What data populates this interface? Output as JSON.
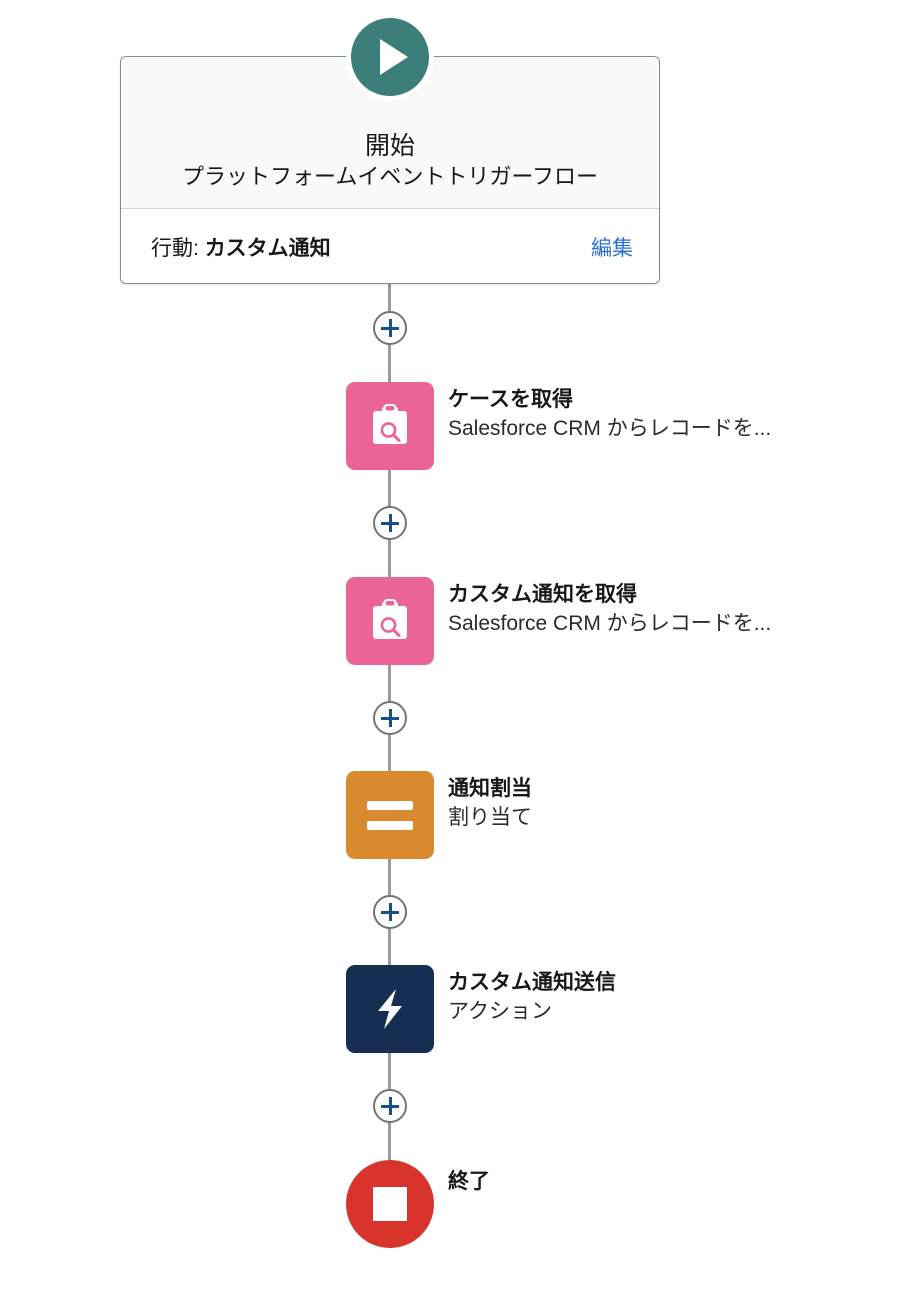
{
  "theme": {
    "start_badge_color": "#3b7e7a",
    "get_records_color": "#ea6496",
    "assignment_color": "#d9892e",
    "action_color": "#152e52",
    "end_color": "#d9342b",
    "link_color": "#2a6fd6",
    "connector_color": "#9a9a9a",
    "plus_color": "#1b4f8a"
  },
  "start": {
    "icon": "play-icon",
    "title": "開始",
    "subtitle": "プラットフォームイベントトリガーフロー",
    "trigger_label": "行動:",
    "trigger_value": "カスタム通知",
    "edit_label": "編集"
  },
  "nodes": [
    {
      "id": "get-case",
      "icon": "clipboard-search-icon",
      "type": "get-records",
      "label": "ケースを取得",
      "description": "Salesforce CRM からレコードを..."
    },
    {
      "id": "get-custom-notification",
      "icon": "clipboard-search-icon",
      "type": "get-records",
      "label": "カスタム通知を取得",
      "description": "Salesforce CRM からレコードを..."
    },
    {
      "id": "notification-assignment",
      "icon": "equals-icon",
      "type": "assignment",
      "label": "通知割当",
      "description": "割り当て"
    },
    {
      "id": "send-custom-notification",
      "icon": "lightning-bolt-icon",
      "type": "action",
      "label": "カスタム通知送信",
      "description": "アクション"
    }
  ],
  "end": {
    "icon": "stop-square-icon",
    "label": "終了"
  },
  "connectors": {
    "add_label": "+"
  }
}
